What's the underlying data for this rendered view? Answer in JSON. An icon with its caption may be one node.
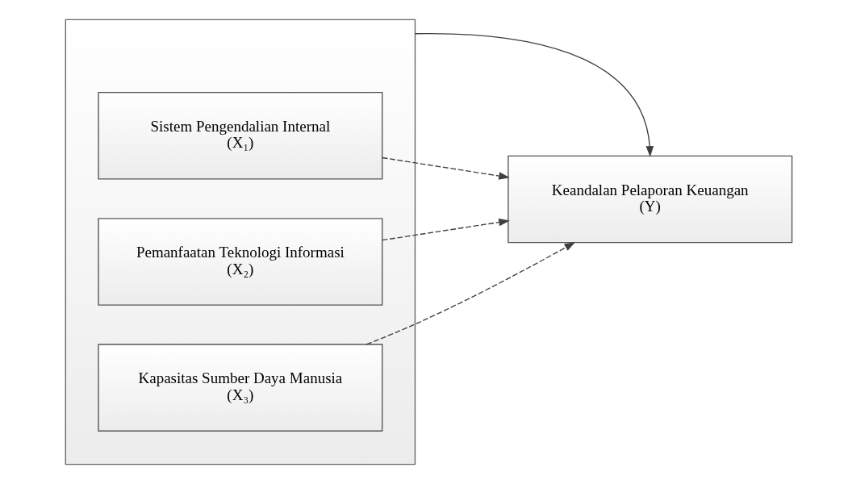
{
  "diagram": {
    "nodes": [
      {
        "text": [],
        "shape": "box"
      },
      {
        "text": [
          "Sistem Pengendalian Internal",
          "(X₁)"
        ],
        "in": 0
      },
      {
        "text": [
          "Pemanfaatan Teknologi Informasi",
          "(X₂)"
        ],
        "in": 0
      },
      {
        "text": [
          "Kapasitas Sumber Daya Manusia",
          "(X₃)"
        ],
        "in": 0
      },
      {
        "text": [
          "Keandalan Pelaporan Keuangan",
          "(Y)"
        ]
      }
    ],
    "edges": [
      {
        "from": 0,
        "to": 4,
        "arrow": "to"
      },
      {
        "from": 1,
        "to": 4,
        "arrow": "to",
        "style": "dashed"
      },
      {
        "from": 2,
        "to": 4,
        "arrow": "to",
        "style": "dashed"
      },
      {
        "from": 3,
        "to": 4,
        "arrow": "to",
        "style": "dashed"
      }
    ]
  }
}
